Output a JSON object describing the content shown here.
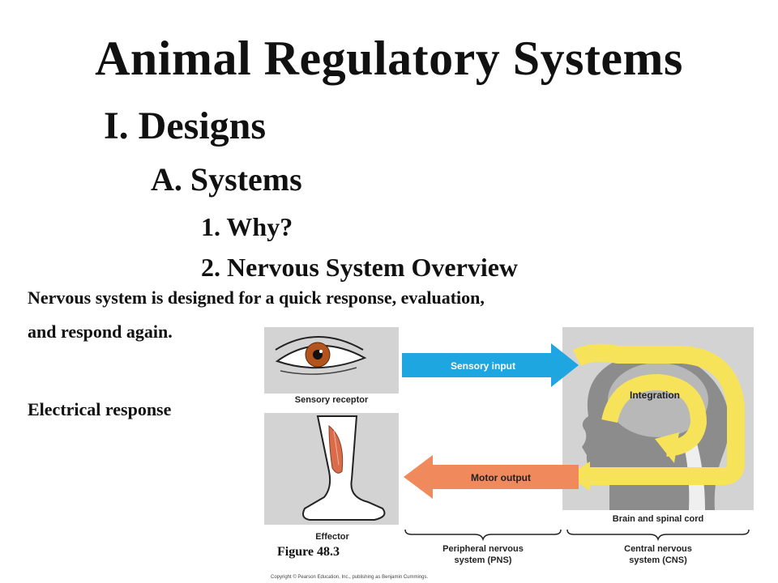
{
  "slide": {
    "title": "Animal Regulatory Systems",
    "outline": {
      "level1": "I. Designs",
      "level2": "A. Systems",
      "item1": "1. Why?",
      "item2": "2. Nervous System Overview"
    },
    "body": {
      "line1": "Nervous system is designed for a quick response, evaluation,",
      "line2": "and respond again.",
      "line3": "Electrical response"
    },
    "figure_caption": "Figure 48.3"
  },
  "figure": {
    "sensory_input_label": "Sensory input",
    "integration_label": "Integration",
    "motor_output_label": "Motor output",
    "sensory_receptor_label": "Sensory receptor",
    "effector_label": "Effector",
    "brain_label": "Brain and spinal cord",
    "pns_label_line1": "Peripheral nervous",
    "pns_label_line2": "system (PNS)",
    "cns_label_line1": "Central nervous",
    "cns_label_line2": "system (CNS)",
    "copyright": "Copyright © Pearson Education, Inc., publishing as Benjamin Cummings.",
    "colors": {
      "sensory_arrow": "#1ea6e0",
      "motor_arrow": "#f08a5d",
      "integration_loop": "#f7e35a",
      "panel_gray": "#d3d3d3",
      "head_gray": "#8c8c8c"
    }
  }
}
